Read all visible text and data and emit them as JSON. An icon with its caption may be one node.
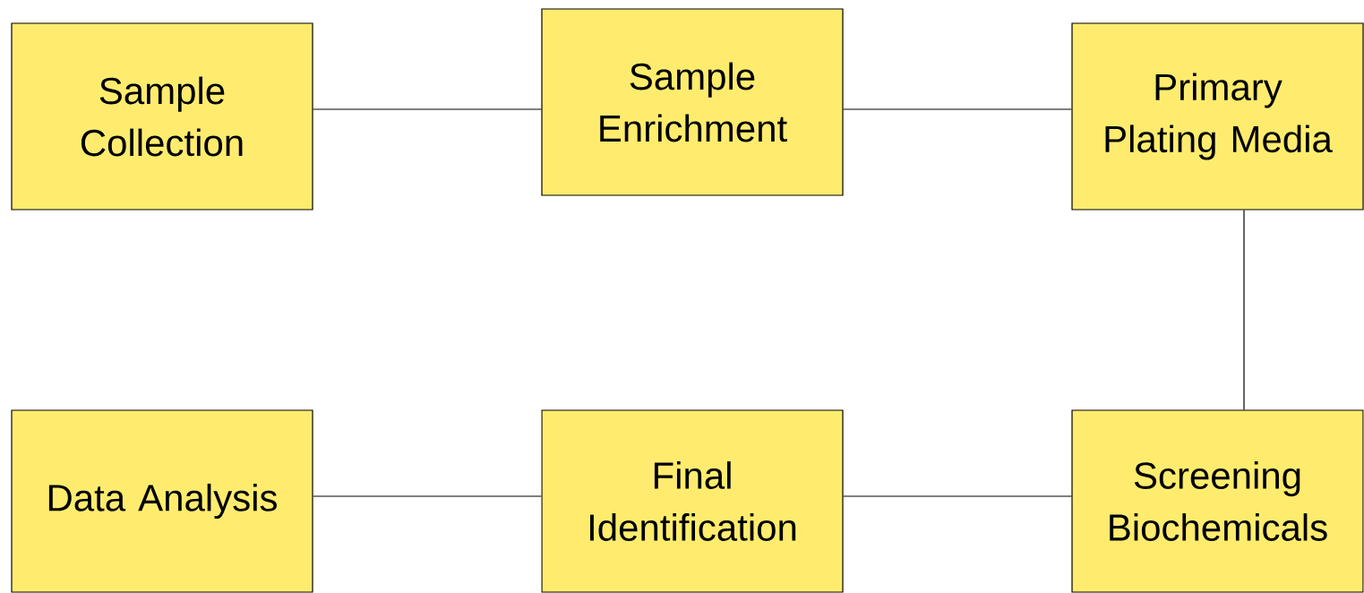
{
  "diagram": {
    "nodes": [
      {
        "text": [
          "Sample Collection"
        ]
      },
      {
        "text": [
          "Sample Enrichment"
        ]
      },
      {
        "text": [
          "Primary Plating Media"
        ]
      },
      {
        "text": [
          "Data Analysis"
        ]
      },
      {
        "text": [
          "Final Identification"
        ]
      },
      {
        "text": [
          "Screening Biochemicals"
        ]
      }
    ],
    "edges": [
      {
        "from": 0,
        "to": 1,
        "arrow": "none"
      },
      {
        "from": 1,
        "to": 2,
        "arrow": "none"
      },
      {
        "from": 2,
        "to": 5,
        "arrow": "none"
      },
      {
        "from": 5,
        "to": 4,
        "arrow": "none"
      },
      {
        "from": 4,
        "to": 3,
        "arrow": "none"
      }
    ]
  }
}
